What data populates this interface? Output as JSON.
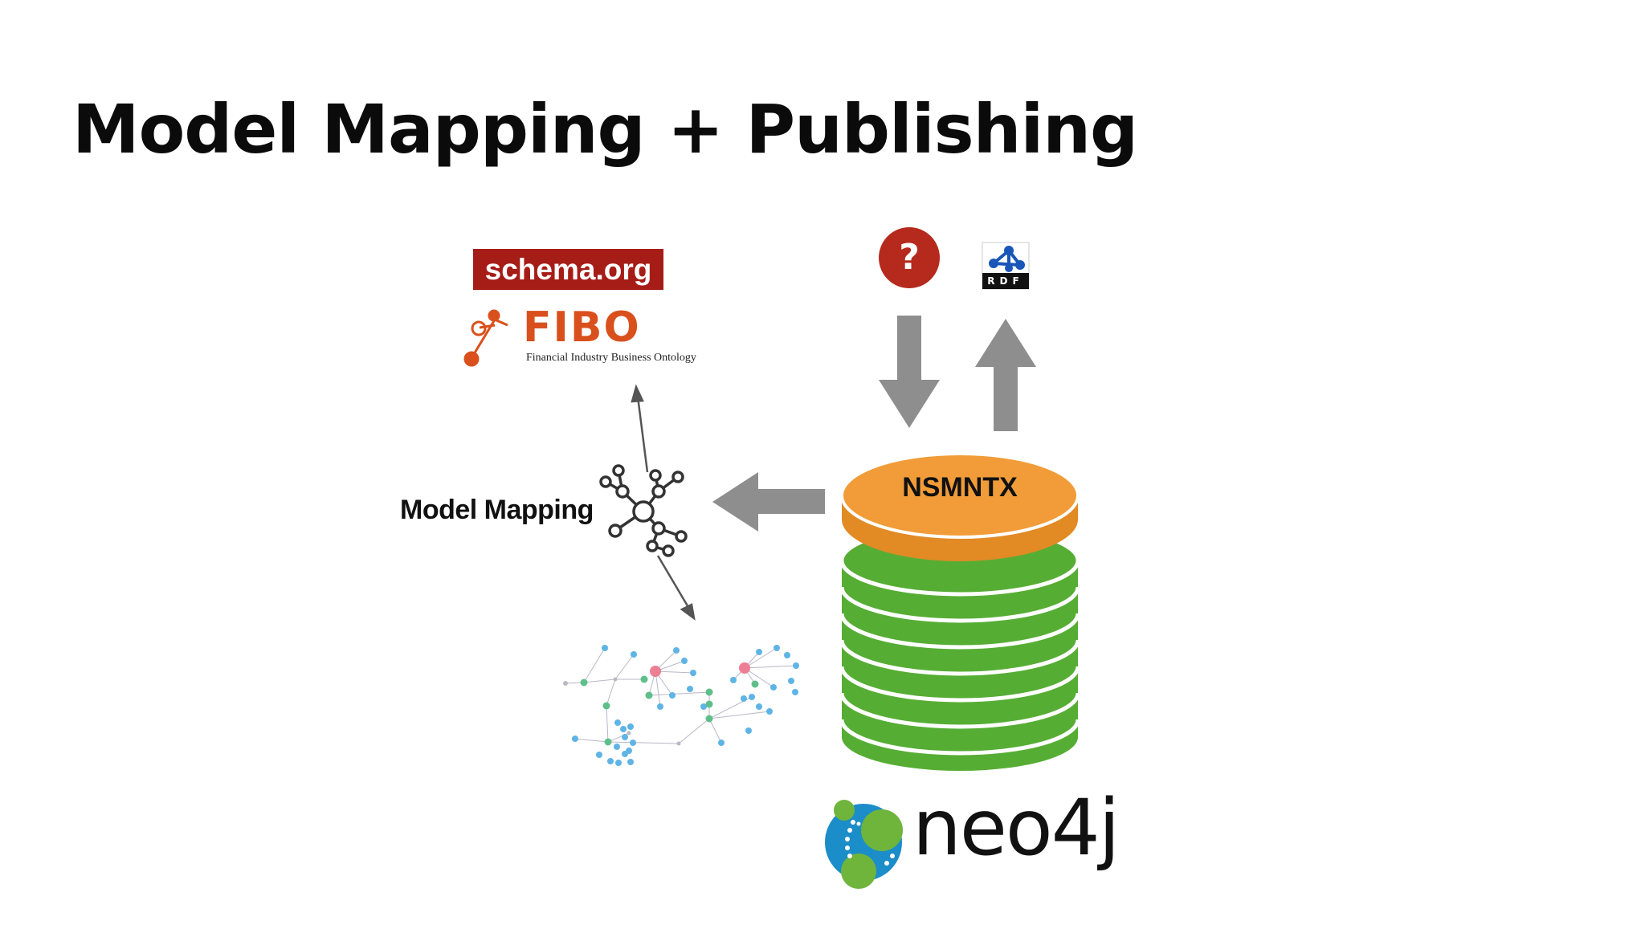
{
  "slide": {
    "title": "Model Mapping + Publishing"
  },
  "ontologies": {
    "schema_org_label": "schema.org",
    "fibo_name": "FIBO",
    "fibo_full_name": "Financial Industry Business Ontology"
  },
  "model_mapping": {
    "label": "Model Mapping"
  },
  "database": {
    "plugin_label": "NSMNTX",
    "product_name": "neo4j",
    "colors": {
      "plugin": "#f19c38",
      "plugin_edge": "#e28a24",
      "storage": "#56ad34"
    }
  },
  "endpoints": {
    "query_symbol": "?",
    "rdf_label": "RDF",
    "colors": {
      "query": "#b52a1d",
      "rdf": "#1a56b8",
      "arrows": "#8e8e8e"
    }
  },
  "icons": {
    "query": "question-circle-icon",
    "rdf": "rdf-logo-icon",
    "model": "network-hub-icon",
    "graph": "graph-network-icon",
    "fibo": "fibo-logo-icon",
    "neo4j": "neo4j-logo-icon"
  }
}
